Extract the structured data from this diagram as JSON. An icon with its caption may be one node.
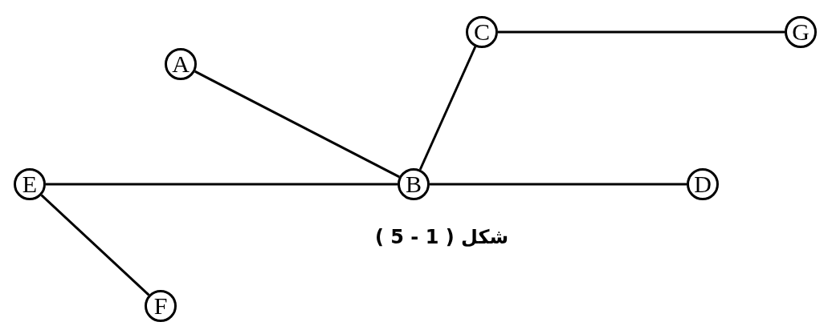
{
  "diagram": {
    "caption": "شكل ( 1 - 5 )",
    "nodes": [
      {
        "text": [
          "A"
        ]
      },
      {
        "text": [
          "C"
        ]
      },
      {
        "text": [
          "G"
        ]
      },
      {
        "text": [
          "E"
        ]
      },
      {
        "text": [
          "B"
        ]
      },
      {
        "text": [
          "D"
        ]
      },
      {
        "text": [
          "F"
        ]
      }
    ],
    "edges": [
      {
        "from": 0,
        "to": 4,
        "arrow": "none"
      },
      {
        "from": 1,
        "to": 2,
        "arrow": "none"
      },
      {
        "from": 4,
        "to": 1,
        "arrow": "none"
      },
      {
        "from": 3,
        "to": 4,
        "arrow": "none"
      },
      {
        "from": 4,
        "to": 5,
        "arrow": "none"
      },
      {
        "from": 3,
        "to": 6,
        "arrow": "none"
      }
    ]
  }
}
